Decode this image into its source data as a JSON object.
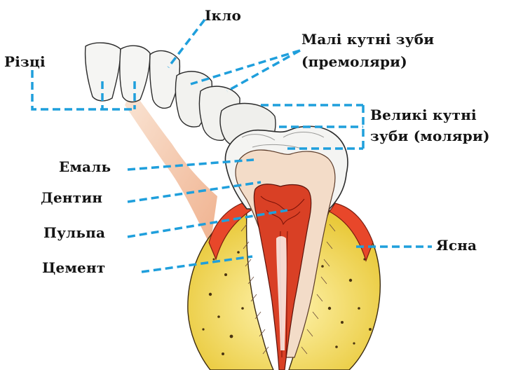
{
  "labels": {
    "iklo": "Ікло",
    "rizci": "Різці",
    "premolars_line1": "Малі кутні зуби",
    "premolars_line2": "(премоляри)",
    "molars_line1": "Великі кутні",
    "molars_line2": "зуби (моляри)",
    "emal": "Емаль",
    "dentyn": "Дентин",
    "pulpa": "Пульпа",
    "cement": "Цемент",
    "yasna": "Ясна"
  },
  "colors": {
    "leader": "#1f9fdc",
    "text": "#141414",
    "enamel": "#f4f4f2",
    "dentin": "#f3dcc8",
    "pulp": "#d94025",
    "gum": "#e8472a",
    "bone": "#f1dc5c",
    "jaw": "#f3c7a8"
  }
}
